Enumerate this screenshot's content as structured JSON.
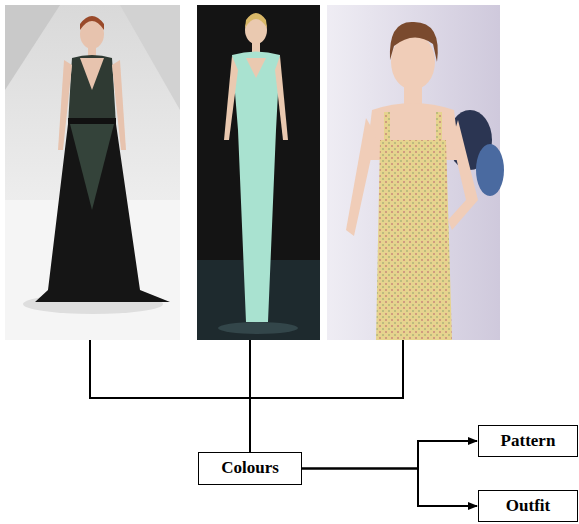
{
  "diagram": {
    "nodes": [
      {
        "text": [
          "Colours"
        ]
      },
      {
        "text": [
          "Pattern"
        ]
      },
      {
        "text": [
          "Outfit"
        ]
      }
    ],
    "edges": [
      {
        "from": 0,
        "to": 1,
        "arrow": "to"
      },
      {
        "from": 0,
        "to": 2,
        "arrow": "to"
      }
    ]
  }
}
